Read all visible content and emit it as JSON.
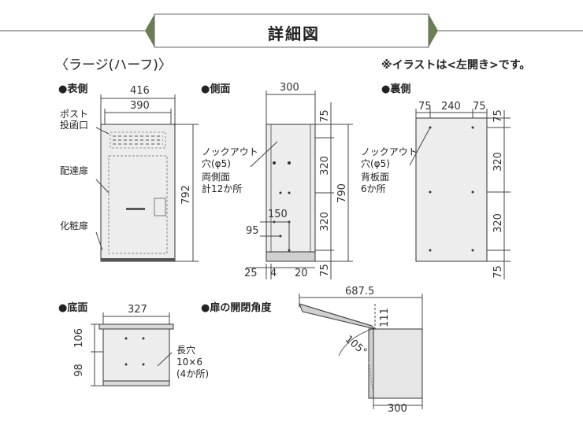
{
  "title": "詳細図",
  "subtitle": "〈ラージ(ハーフ)〉",
  "note": "※イラストは<左開き>です。",
  "front": {
    "heading": "●表側",
    "dim_outer": "416",
    "dim_inner": "390",
    "dim_height": "792",
    "label_post": [
      "ポスト",
      "投函口"
    ],
    "label_door": "配達扉",
    "label_cover": "化粧扉"
  },
  "side": {
    "heading": "●側面",
    "dim_top": "300",
    "dim_150": "150",
    "dim_95": "95",
    "dim_25": "25",
    "dim_4": "4",
    "dim_20": "20",
    "dim_790": "790",
    "dim_75a": "75",
    "dim_320a": "320",
    "dim_320b": "320",
    "dim_75b": "75",
    "label_lines": [
      "ノックアウト",
      "穴(φ5)",
      "両側面",
      "計12か所"
    ]
  },
  "back": {
    "heading": "●裏側",
    "dim_75l": "75",
    "dim_240": "240",
    "dim_75r": "75",
    "dim_75t": "75",
    "dim_320a": "320",
    "dim_320b": "320",
    "dim_75b": "75",
    "label_lines": [
      "ノックアウト",
      "穴(φ5)",
      "背板面",
      "6か所"
    ]
  },
  "bottom": {
    "heading": "●底面",
    "dim_width": "327",
    "dim_106": "106",
    "dim_98": "98",
    "label_lines": [
      "長穴",
      "10×6",
      "(4か所)"
    ]
  },
  "door": {
    "heading": "●扉の開閉角度",
    "dim_total": "687.5",
    "dim_111": "111",
    "dim_angle": "105°",
    "dim_depth": "300"
  }
}
